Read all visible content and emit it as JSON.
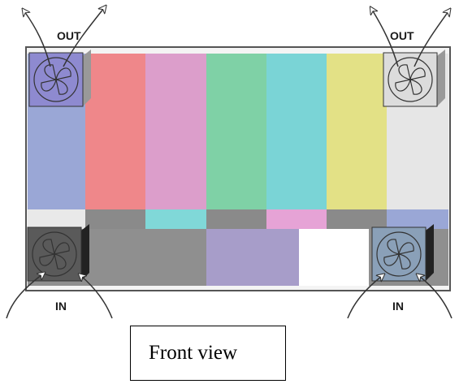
{
  "caption": "Front view",
  "fan_labels": {
    "top_left": "OUT",
    "top_right": "OUT",
    "bottom_left": "IN",
    "bottom_right": "IN"
  },
  "bar_colors": {
    "top_row": [
      "#9aa7d6",
      "#ef878a",
      "#dc9ecb",
      "#7fd1a6",
      "#7ad4d6",
      "#e3e186",
      "#e6e6e6"
    ],
    "bottom_row": [
      "#e9e9e9",
      "#8a8a8a",
      "#80d8d8",
      "#8a8a8a",
      "#e6a3d6",
      "#8a8a8a",
      "#9aa7d6"
    ],
    "lower_band": [
      "#8f8f8f",
      "#8f8f8f",
      "#8f8f8f",
      "#a79dc9",
      "#ffffff",
      "#8f8f8f",
      "#8f8f8f"
    ]
  },
  "fan_colors": {
    "top_left": "#8e8ad0",
    "top_right": "#dcdcdc",
    "bottom_left": "#5a5a5a",
    "bottom_right": "#8aa0b8"
  }
}
